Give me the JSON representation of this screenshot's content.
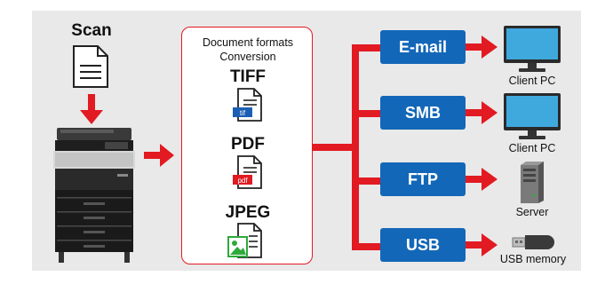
{
  "source": {
    "label": "Scan"
  },
  "conversion": {
    "title_line1": "Document formats",
    "title_line2": "Conversion",
    "formats": [
      {
        "name": "TIFF",
        "badge": "tif",
        "badge_color": "#1a5fb4"
      },
      {
        "name": "PDF",
        "badge": "pdf",
        "badge_color": "#e21a22"
      },
      {
        "name": "JPEG",
        "icon": "image-icon",
        "icon_color": "#2eaa3a"
      }
    ]
  },
  "destinations": [
    {
      "label": "E-mail",
      "device": "Client PC",
      "device_icon": "monitor-icon"
    },
    {
      "label": "SMB",
      "device": "Client PC",
      "device_icon": "monitor-icon"
    },
    {
      "label": "FTP",
      "device": "Server",
      "device_icon": "server-icon"
    },
    {
      "label": "USB",
      "device": "USB memory",
      "device_icon": "usb-stick-icon"
    }
  ],
  "colors": {
    "arrow": "#e21a22",
    "button": "#1367b8",
    "panel": "#e9e9e9",
    "monitor": "#3fa9de"
  }
}
